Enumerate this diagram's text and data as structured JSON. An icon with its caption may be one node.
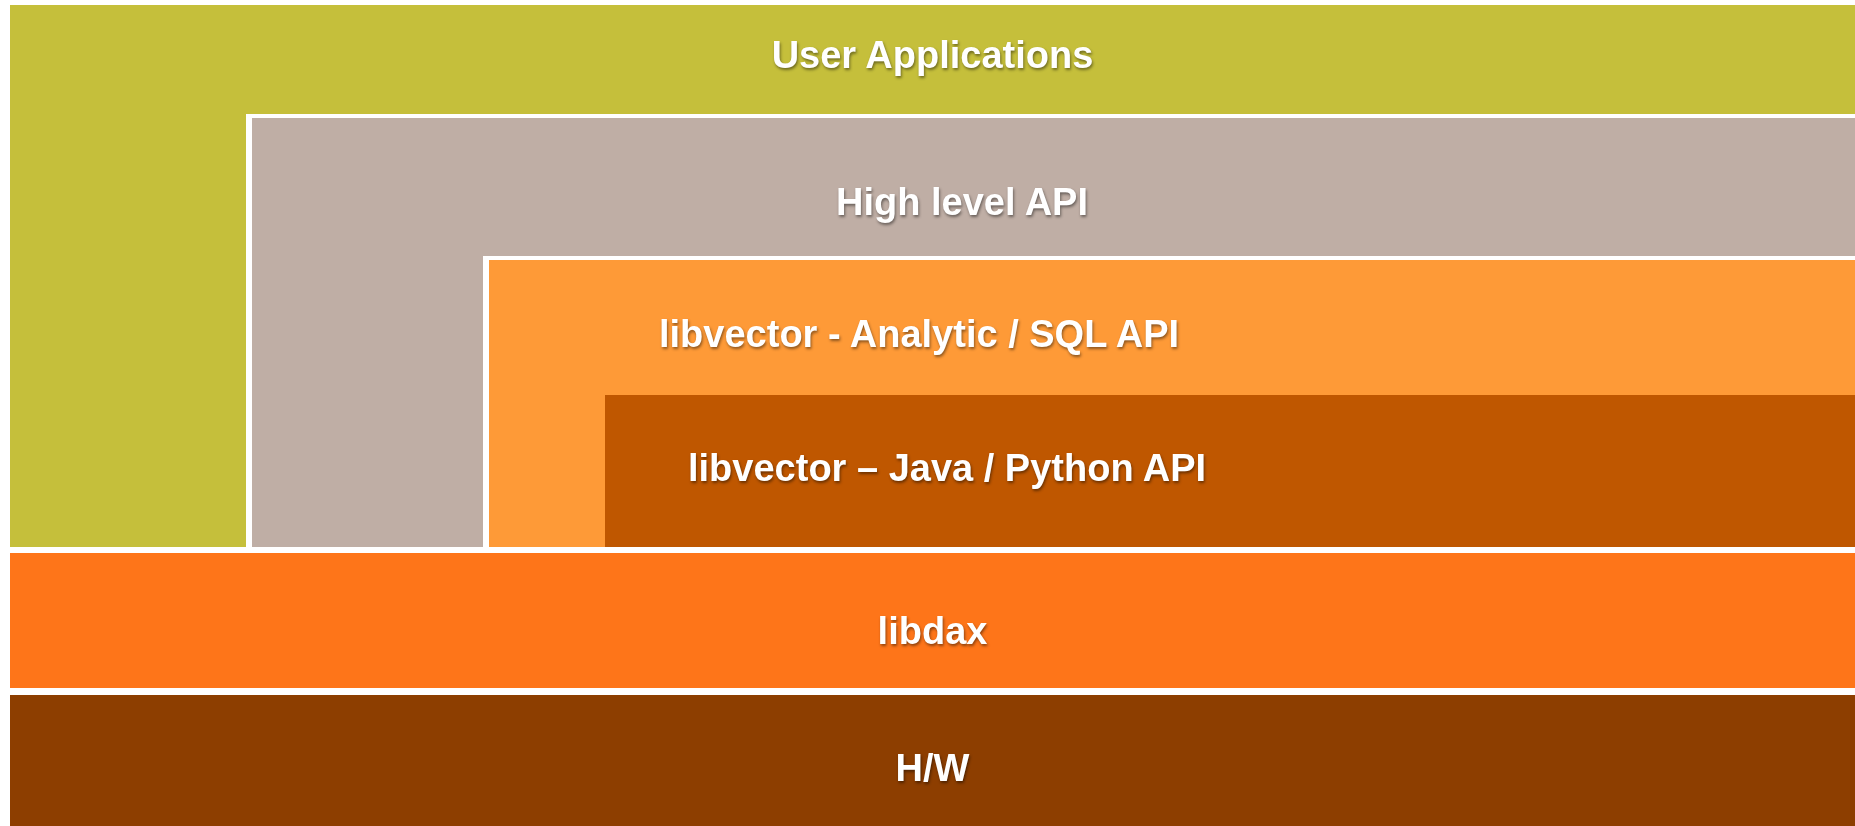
{
  "diagram": {
    "nodes": [
      {
        "text": [
          "User Applications"
        ]
      },
      {
        "text": [
          "High level API"
        ],
        "in": 0
      },
      {
        "text": [
          "libvector - Analytic / SQL API"
        ],
        "in": 1
      },
      {
        "text": [
          "libvector – Java / Python API"
        ],
        "in": 2
      },
      {
        "text": [
          "libdax"
        ]
      },
      {
        "text": [
          "H/W"
        ]
      }
    ]
  }
}
